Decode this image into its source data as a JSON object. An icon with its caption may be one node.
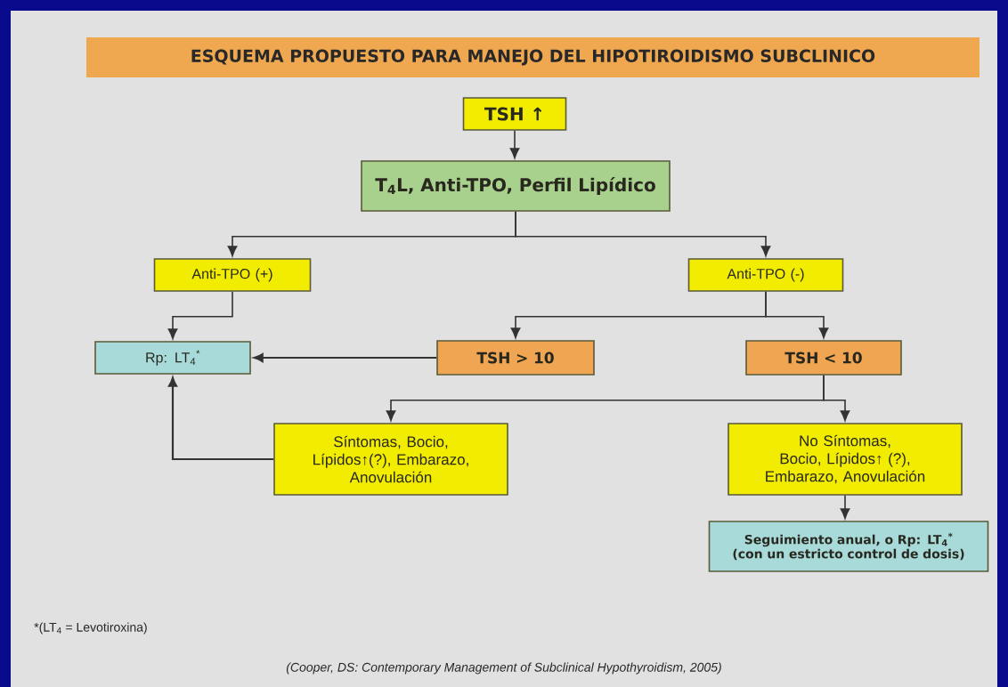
{
  "diagram": {
    "title": "ESQUEMA PROPUESTO PARA MANEJO DEL HIPOTIROIDISMO SUBCLINICO",
    "caption": "(Cooper, DS: Contemporary Management of Subclinical Hypothyroidism, 2005)",
    "nodes": [
      {
        "text": [
          "TSH ↑"
        ]
      },
      {
        "text": [
          "T$_{4}$L, Anti-TPO, Perfil Lipídico"
        ]
      },
      {
        "text": [
          "Anti-TPO (+)"
        ]
      },
      {
        "text": [
          "Anti-TPO (-)"
        ]
      },
      {
        "text": [
          "Rp: LT$_{4}$$^{*}$"
        ]
      },
      {
        "text": [
          "TSH > 10"
        ]
      },
      {
        "text": [
          "TSH < 10"
        ]
      },
      {
        "text": [
          "Síntomas, Bocio, Lípidos↑(?), Embarazo, Anovulación"
        ]
      },
      {
        "text": [
          "No Síntomas, Bocio, Lípidos↑ (?), Embarazo, Anovulación"
        ]
      },
      {
        "text": [
          "Seguimiento anual, o Rp: LT$_{4}$$^{*}$ (con un estricto control de dosis)"
        ]
      }
    ],
    "edges": [
      {
        "from": 0,
        "to": 1,
        "arrow": "to"
      },
      {
        "from": 1,
        "to": 2,
        "arrow": "to"
      },
      {
        "from": 1,
        "to": 3,
        "arrow": "to"
      },
      {
        "from": 2,
        "to": 4,
        "arrow": "to"
      },
      {
        "from": 3,
        "to": 5,
        "arrow": "to"
      },
      {
        "from": 3,
        "to": 6,
        "arrow": "to"
      },
      {
        "from": 5,
        "to": 4,
        "arrow": "to"
      },
      {
        "from": 6,
        "to": 7,
        "arrow": "to"
      },
      {
        "from": 6,
        "to": 8,
        "arrow": "to"
      },
      {
        "from": 7,
        "to": 4,
        "arrow": "to"
      },
      {
        "from": 8,
        "to": 9,
        "arrow": "to"
      }
    ],
    "labels": [
      "*(LT$_{4}$ = Levotiroxina)"
    ]
  }
}
